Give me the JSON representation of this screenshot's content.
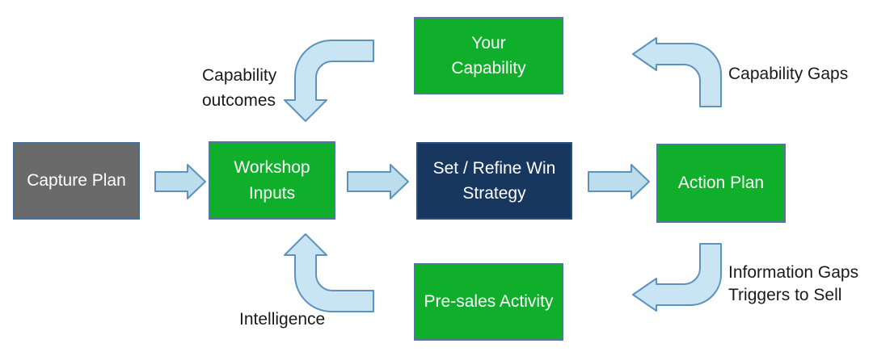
{
  "diagram": {
    "boxes": {
      "capture_plan": {
        "label": "Capture Plan"
      },
      "workshop_inputs": {
        "line1": "Workshop",
        "line2": "Inputs"
      },
      "set_refine_strategy": {
        "line1": "Set / Refine Win",
        "line2": "Strategy"
      },
      "action_plan": {
        "label": "Action Plan"
      },
      "your_capability": {
        "line1": "Your",
        "line2": "Capability"
      },
      "pre_sales_activity": {
        "label": "Pre-sales Activity"
      }
    },
    "labels": {
      "capability_outcomes": {
        "line1": "Capability",
        "line2": "outcomes"
      },
      "capability_gaps": {
        "label": "Capability Gaps"
      },
      "intelligence": {
        "label": "Intelligence"
      },
      "information_gaps": {
        "line1": "Information Gaps",
        "line2": "Triggers to Sell"
      }
    },
    "colors": {
      "green_fill": "#10AF2B",
      "green_border": "#5873A6",
      "gray_fill": "#6A6A6A",
      "gray_border": "#41719C",
      "navy_fill": "#17375E",
      "navy_border": "#28527E",
      "straight_arrow_fill": "#BCDDEB",
      "curved_arrow_fill": "#C9E4F2",
      "arrow_stroke": "#5D92BE",
      "box_text": "#FFFFFF",
      "label_text": "#1A1A1A"
    }
  }
}
